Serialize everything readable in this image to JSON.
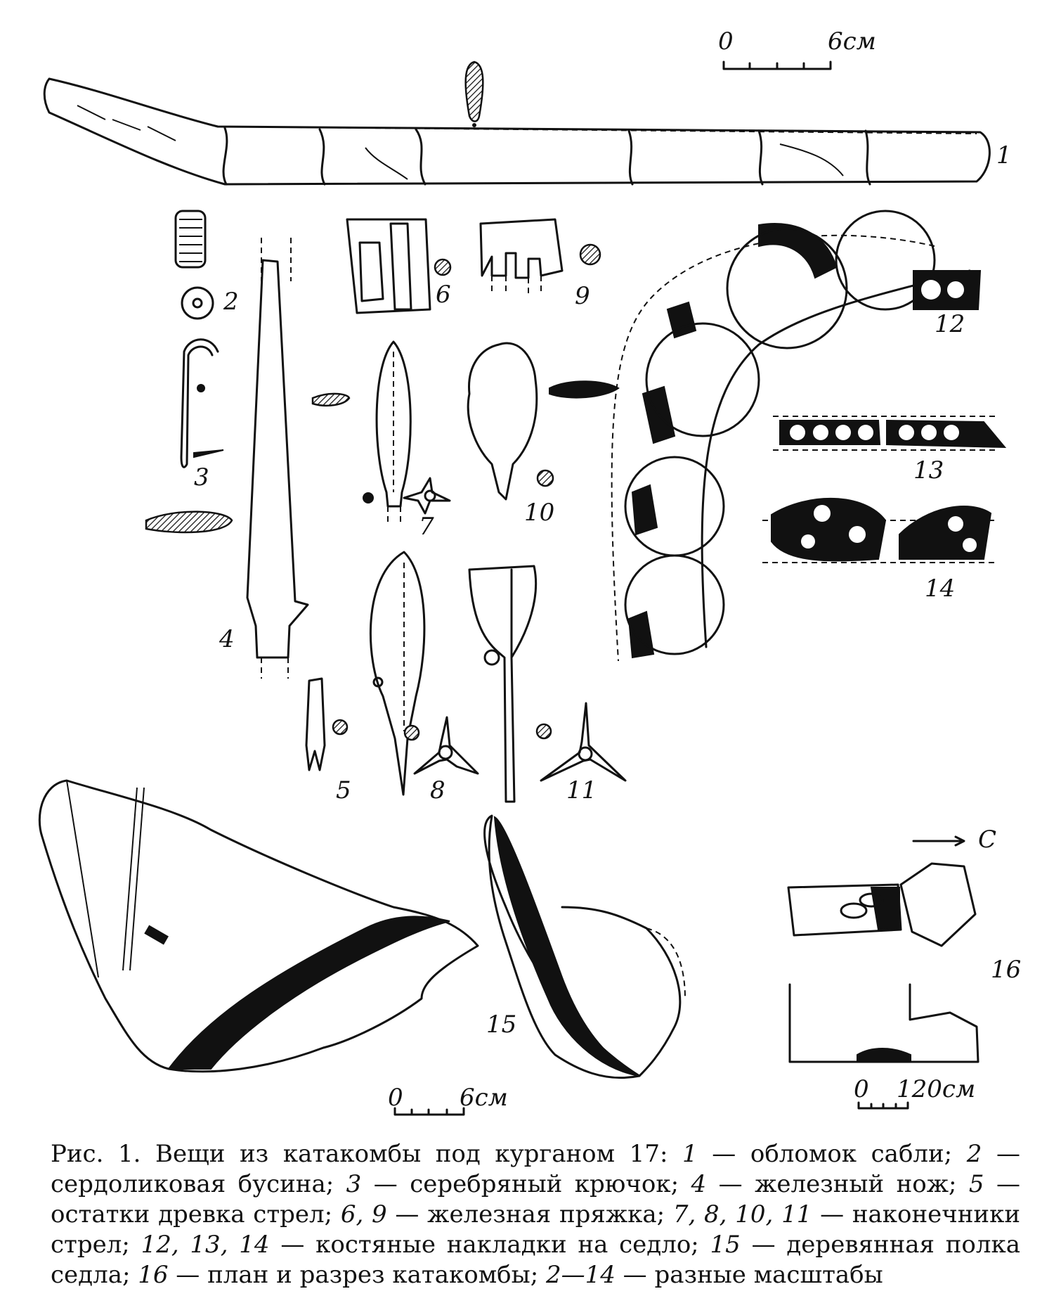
{
  "figure": {
    "labels": {
      "l1": "1",
      "l2": "2",
      "l3": "3",
      "l4": "4",
      "l5": "5",
      "l6": "6",
      "l7": "7",
      "l8": "8",
      "l9": "9",
      "l10": "10",
      "l11": "11",
      "l12": "12",
      "l13": "13",
      "l14": "14",
      "l15": "15",
      "l16": "16"
    },
    "scales": {
      "top": {
        "zero": "0",
        "end": "6см"
      },
      "bottom": {
        "zero": "0",
        "end": "6см"
      },
      "plan": {
        "zero": "0",
        "end": "120см"
      }
    },
    "north_arrow": "С"
  },
  "caption": {
    "prefix": "Рис. 1. Вещи из катакомбы под курганом 17: ",
    "items": [
      {
        "num": "1",
        "text": " — обломок сабли; "
      },
      {
        "num": "2",
        "text": " — сердоликовая бусина; "
      },
      {
        "num": "3",
        "text": " — серебряный крючок; "
      },
      {
        "num": "4",
        "text": " — железный нож; "
      },
      {
        "num": "5",
        "text": " — остатки древка стрел; "
      },
      {
        "num": "6, 9",
        "text": " — железная пряжка; "
      },
      {
        "num": "7, 8, 10, 11",
        "text": " — наконечники стрел; "
      },
      {
        "num": "12, 13, 14",
        "text": " — костяные накладки на седло; "
      },
      {
        "num": "15",
        "text": " — деревянная полка седла; "
      },
      {
        "num": "16",
        "text": " — план и разрез катакомбы; "
      },
      {
        "num": "2—14",
        "text": " — разные масштабы"
      }
    ]
  }
}
